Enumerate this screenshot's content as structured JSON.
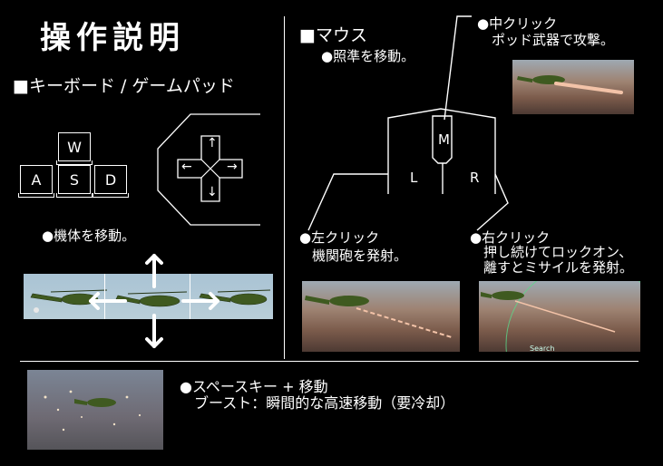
{
  "title": "操作説明",
  "keyboard": {
    "heading": "■キーボード / ゲームパッド",
    "keys": {
      "w": "W",
      "a": "A",
      "s": "S",
      "d": "D"
    },
    "move_caption": "●機体を移動。",
    "dpad_arrows": {
      "up": "↑",
      "down": "↓",
      "left": "←",
      "right": "→"
    }
  },
  "mouse": {
    "heading": "■マウス",
    "aim_caption": "●照準を移動。",
    "button_labels": {
      "left": "L",
      "middle": "M",
      "right": "R"
    },
    "middle_click": {
      "title": "●中クリック",
      "desc": "ポッド武器で攻撃。"
    },
    "left_click": {
      "title": "●左クリック",
      "desc": "機関砲を発射。"
    },
    "right_click": {
      "title": "●右クリック",
      "desc_1": "押し続けてロックオン、",
      "desc_2": "離すとミサイルを発射。"
    },
    "search_text": "Search"
  },
  "boost": {
    "title": "●スペースキー + 移動",
    "desc": "ブースト：瞬間的な高速移動（要冷却）"
  },
  "colors": {
    "background": "#000000",
    "foreground": "#ffffff",
    "helicopter": "#3f5a20",
    "tracer": "#f3c3a8",
    "lock_ring": "#5bd88a"
  }
}
